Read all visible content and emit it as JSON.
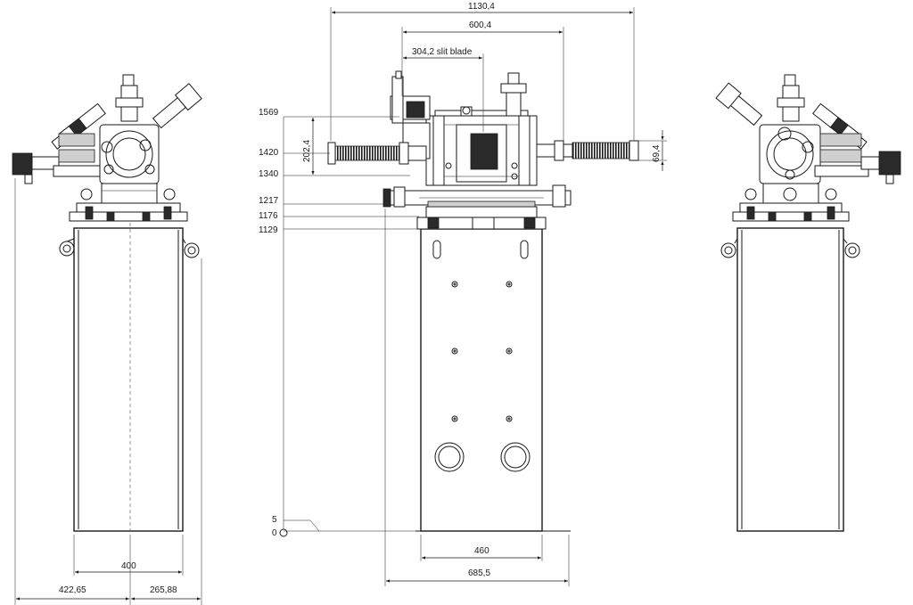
{
  "drawing": {
    "top_dims": {
      "overall_width": "1130,4",
      "flange_span": "600,4",
      "slit_blade": "304,2 slit blade"
    },
    "heights": {
      "h1569": "1569",
      "h1420": "1420",
      "h1340": "1340",
      "h1217": "1217",
      "h1176": "1176",
      "h1129": "1129",
      "h5": "5",
      "h0": "0"
    },
    "vertical_dims": {
      "bellows_center": "202,4",
      "port_height": "69,4"
    },
    "bottom_dims": {
      "left_stand_width": "400",
      "left_offset_left": "422,65",
      "left_offset_right": "265,88",
      "center_stand_width": "460",
      "center_base_width": "685,5"
    }
  }
}
